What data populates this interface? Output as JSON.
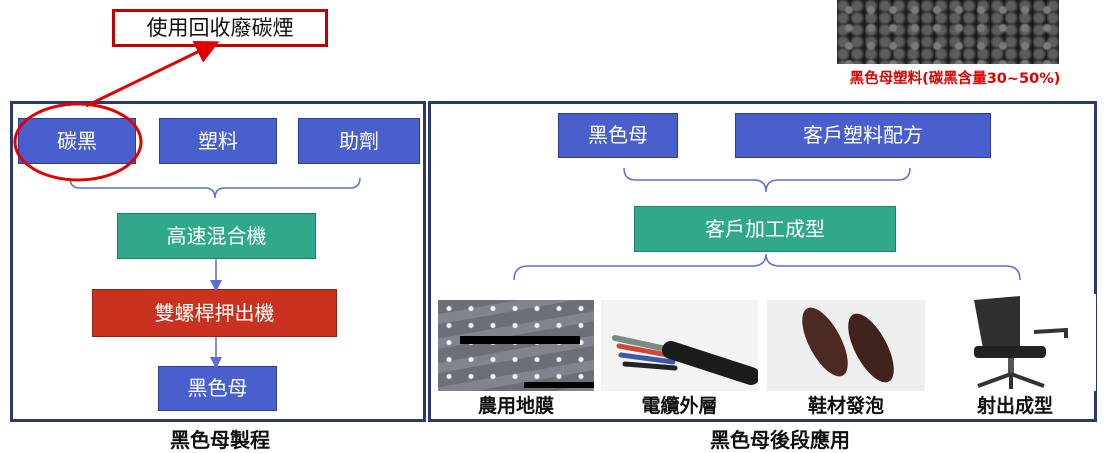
{
  "callout": {
    "label": "使用回收廢碳煙"
  },
  "pellet_caption": "黑色母塑料(碳黑含量30~50%)",
  "left_panel": {
    "inputs": [
      "碳黑",
      "塑料",
      "助劑"
    ],
    "mixer": "高速混合機",
    "extruder": "雙螺桿押出機",
    "output": "黑色母",
    "caption": "黑色母製程"
  },
  "right_panel": {
    "inputs": [
      "黑色母",
      "客戶塑料配方"
    ],
    "process": "客戶加工成型",
    "applications": [
      "農用地膜",
      "電纜外層",
      "鞋材發泡",
      "射出成型"
    ],
    "caption": "黑色母後段應用"
  },
  "colors": {
    "blue_box": "#4a5fce",
    "green_box": "#2fa98a",
    "red_box": "#c8321e",
    "highlight_red": "#e00000",
    "panel_border": "#2b3a6b"
  }
}
